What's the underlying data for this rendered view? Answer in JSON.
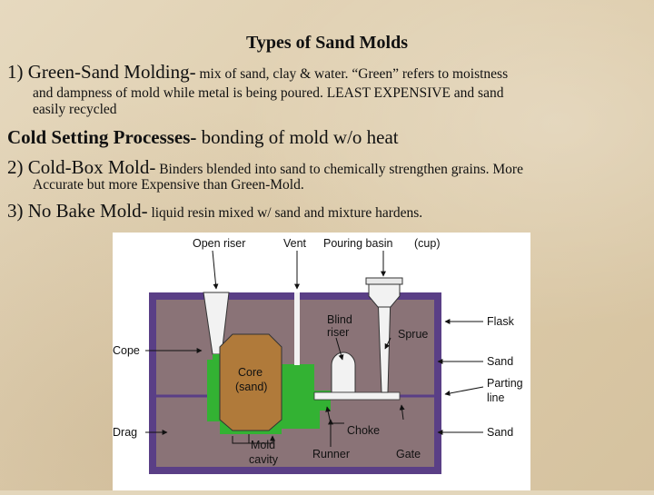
{
  "slide": {
    "title": "Types of Sand Molds",
    "item1": {
      "lead": "1) Green-Sand Molding-",
      "rest": " mix of sand, clay & water. “Green” refers to moistness",
      "cont1": "and dampness of mold while metal is being poured. LEAST EXPENSIVE and sand",
      "cont2": "easily recycled"
    },
    "heading": {
      "bold": "Cold Setting Processes-",
      "rest": " bonding of mold w/o heat"
    },
    "item2": {
      "lead": "2) Cold-Box Mold-",
      "rest": " Binders blended into sand to chemically strengthen grains. More",
      "cont1": "Accurate but more Expensive than Green-Mold."
    },
    "item3": {
      "lead": "3) No Bake Mold-",
      "rest": " liquid resin mixed w/ sand and mixture hardens."
    }
  },
  "diagram": {
    "labels": {
      "open_riser": "Open riser",
      "vent": "Vent",
      "pouring_basin": "Pouring basin",
      "cup": "(cup)",
      "flask": "Flask",
      "blind": "Blind",
      "riser": "riser",
      "sprue": "Sprue",
      "cope": "Cope",
      "core": "Core",
      "core_sand": "(sand)",
      "sand_upper": "Sand",
      "parting": "Parting",
      "line": "line",
      "drag": "Drag",
      "choke": "Choke",
      "sand_lower": "Sand",
      "mold": "Mold",
      "cavity": "cavity",
      "runner": "Runner",
      "gate": "Gate"
    },
    "colors": {
      "flask": "#5a3f86",
      "sand": "#8a7377",
      "core": "#b07a3a",
      "casting": "#33b233",
      "background": "#ffffff"
    }
  }
}
